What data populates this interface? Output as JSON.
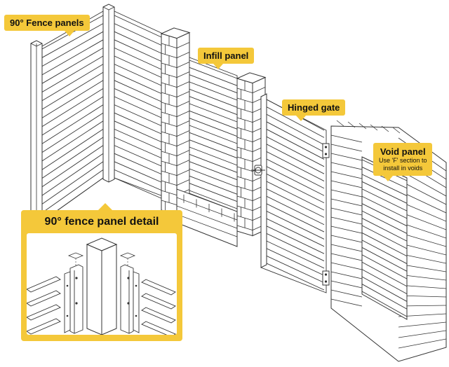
{
  "callouts": {
    "fence_panels": "90° Fence panels",
    "infill_panel": "Infill panel",
    "hinged_gate": "Hinged gate",
    "void_panel": {
      "title": "Void panel",
      "line1": "Use 'F' section to",
      "line2": "install in voids"
    },
    "detail_title": "90° fence panel detail"
  },
  "colors": {
    "accent": "#f4c83a",
    "line": "#333333",
    "background": "#ffffff"
  },
  "counts": {
    "left_panel_slats": 20,
    "right_panel_slats": 20,
    "infill_slats": 18,
    "gate_slats": 22
  }
}
